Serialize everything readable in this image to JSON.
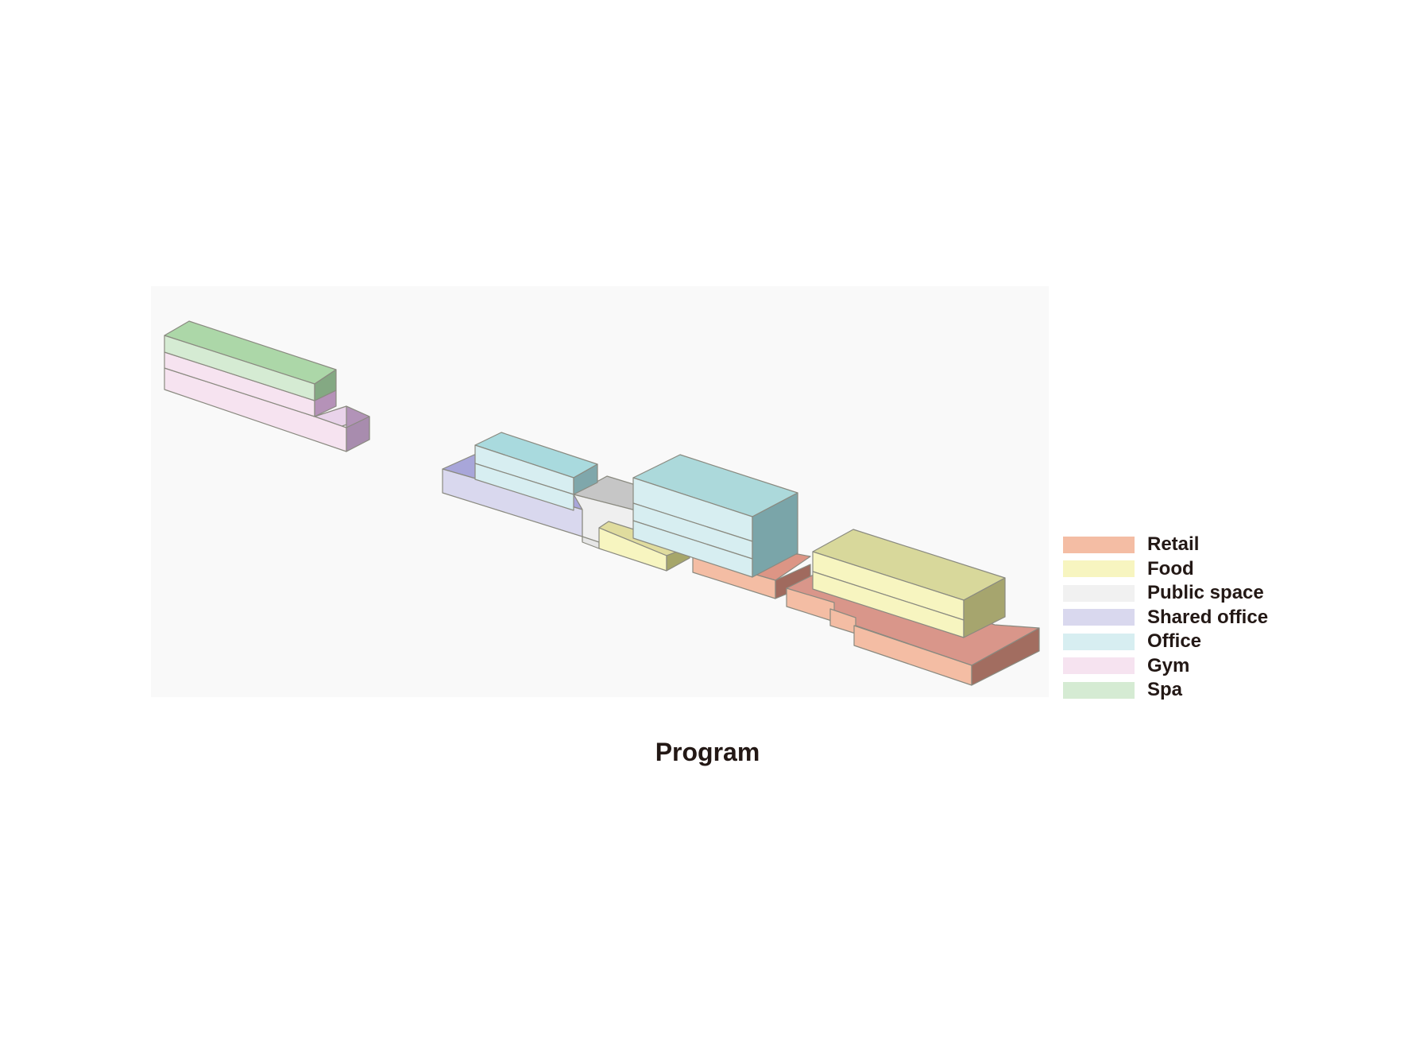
{
  "figure": {
    "caption": "Program"
  },
  "legend": {
    "items": [
      {
        "label": "Retail",
        "color": "#f4bda4"
      },
      {
        "label": "Food",
        "color": "#f7f5c0"
      },
      {
        "label": "Public space",
        "color": "#f1f1f1"
      },
      {
        "label": "Shared office",
        "color": "#d9d8ee"
      },
      {
        "label": "Office",
        "color": "#d7eef1"
      },
      {
        "label": "Gym",
        "color": "#f6e3f0"
      },
      {
        "label": "Spa",
        "color": "#d5ebd3"
      }
    ]
  },
  "colors": {
    "panel_background": "#f9f9f9",
    "outline": "#8a8a80",
    "text": "#231815"
  }
}
